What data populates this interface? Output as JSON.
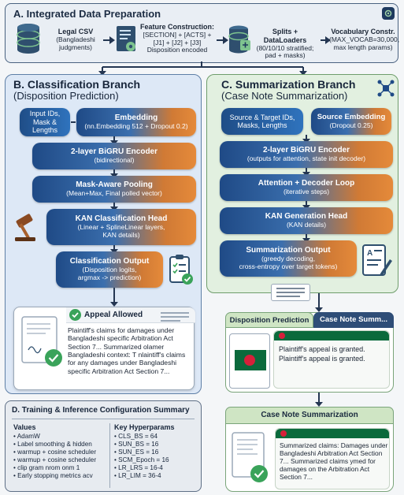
{
  "section_a": {
    "title": "A. Integrated Data Preparation",
    "step1_title": "Legal CSV",
    "step1_sub": "(Bangladeshi judgments)",
    "step2_title": "Feature Construction:",
    "step2_line1": "[SECTION] + [ACTS] +",
    "step2_line2": "[J1] + [J2] + [J3]",
    "step2_line3": "Disposition encoded",
    "step3_title": "Splits + DataLoaders",
    "step3_line1": "(80/10/10 stratified;",
    "step3_line2": "pad + masks)",
    "step4_title": "Vocabulary Constr.",
    "step4_line1": "(MAX_VOCAB=30,000,",
    "step4_line2": "max length params)"
  },
  "section_b": {
    "title": "B. Classification Branch",
    "subtitle": "(Disposition Prediction)",
    "input_title": "Input IDs,",
    "input_sub": "Mask & Lengths",
    "embed_title": "Embedding",
    "embed_sub": "(nn.Embedding 512 + Dropout 0.2)",
    "encoder_title": "2-layer BiGRU Encoder",
    "encoder_sub": "(bidirectional)",
    "pool_title": "Mask-Aware Pooling",
    "pool_sub": "(Mean+Max, Final polled vector)",
    "kan_title": "KAN Classification Head",
    "kan_sub1": "(Linear + SplineLinear layers,",
    "kan_sub2": "KAN details)",
    "out_title": "Classification Output",
    "out_sub1": "(Disposition logits,",
    "out_sub2": "argmax -> prediction)",
    "card_badge": "Appeal Allowed",
    "card_text": "Plaintiff's claims for damages under Bangladeshi specific Arbitration Act Section 7... Summarized olamer Bangladeshi context: T nlaintiff's claims for any damages under Bangladeshi specific Arbitration Act Section 7..."
  },
  "section_c": {
    "title": "C. Summarization Branch",
    "subtitle": "(Case Note Summarization)",
    "input_title": "Source & Target IDs,",
    "input_sub": "Masks, Lengths",
    "embed_title": "Source Embedding",
    "embed_sub": "(Dropout 0.25)",
    "encoder_title": "2-layer BiGRU Encoder",
    "encoder_sub": "(outputs for attention, state init decoder)",
    "attn_title": "Attention + Decoder Loop",
    "attn_sub": "(iterative steps)",
    "kan_title": "KAN Generation Head",
    "kan_sub": "(KAN details)",
    "out_title": "Summarization Output",
    "out_sub1": "(greedy decoding,",
    "out_sub2": "cross-entropy over target tokens)"
  },
  "prediction_panel": {
    "tab1": "Disposition Prediction",
    "tab2": "Case Note Summ...",
    "line1": "Plaintiff's appeal is granted.",
    "line2": "Plaintiff's appeal is granted."
  },
  "summary_panel": {
    "tab": "Case Note Summarization",
    "text": "Summarized claims: Damages under Bangladeshi Arbitration Act Section 7... Summarized claims ymed for damages on the Arbitration Act Section 7..."
  },
  "section_d": {
    "title": "D. Training & Inference Configuration Summary",
    "col1_head": "Values",
    "col2_head": "Key Hyperparams",
    "values": [
      "AdamW",
      "Label smoothing & hidden",
      "warmup + cosine scheduler",
      "warmup + cosine scheduler",
      "clip gram nrom onm 1",
      "Early stopping metrics acv"
    ],
    "hyperparams": [
      "CLS_BS = 64",
      "SUN_BS = 16",
      "SUN_ES = 16",
      "SCM_Epoch = 16",
      "LR_LRS = 16-4",
      "LR_LIM = 36-4"
    ]
  },
  "colors": {
    "navy": "#1f4a86",
    "orange": "#e58a3a",
    "blue_panel": "#dde8f6",
    "green_panel": "#e2f0e0",
    "flag_green": "#0b6a3c",
    "flag_red": "#d6203a",
    "check_green": "#3aa35a"
  }
}
